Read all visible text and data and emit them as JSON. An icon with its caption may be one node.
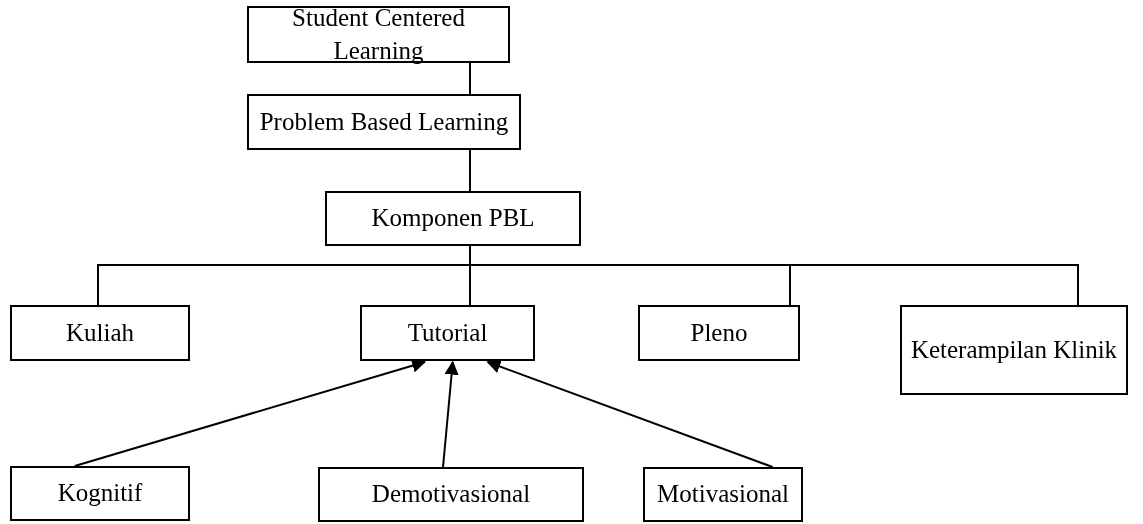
{
  "diagram": {
    "nodes": [
      {
        "text": [
          "Student Centered Learning"
        ]
      },
      {
        "text": [
          "Problem Based Learning"
        ]
      },
      {
        "text": [
          "Komponen PBL"
        ]
      },
      {
        "text": [
          "Kuliah"
        ]
      },
      {
        "text": [
          "Tutorial"
        ]
      },
      {
        "text": [
          "Pleno"
        ]
      },
      {
        "text": [
          "Keterampilan Klinik"
        ]
      },
      {
        "text": [
          "Kognitif"
        ]
      },
      {
        "text": [
          "Demotivasional"
        ]
      },
      {
        "text": [
          "Motivasional"
        ]
      }
    ],
    "edges": [
      {
        "from": 0,
        "to": 1,
        "arrow": "none"
      },
      {
        "from": 1,
        "to": 2,
        "arrow": "none"
      },
      {
        "from": 2,
        "to": 3,
        "arrow": "none"
      },
      {
        "from": 2,
        "to": 4,
        "arrow": "none"
      },
      {
        "from": 2,
        "to": 5,
        "arrow": "none"
      },
      {
        "from": 2,
        "to": 6,
        "arrow": "none"
      },
      {
        "from": 7,
        "to": 4,
        "arrow": "to"
      },
      {
        "from": 8,
        "to": 4,
        "arrow": "to"
      },
      {
        "from": 9,
        "to": 4,
        "arrow": "to"
      }
    ]
  }
}
